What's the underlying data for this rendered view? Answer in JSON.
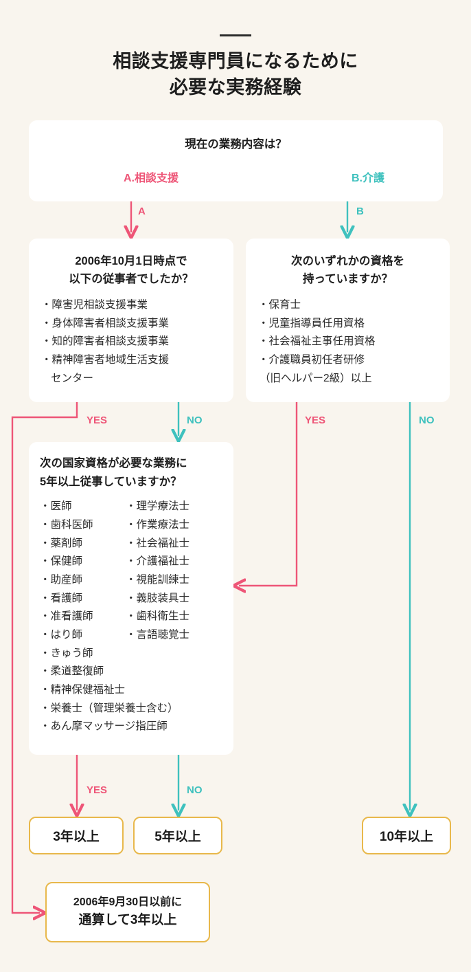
{
  "header": {
    "rule": "divider-rule",
    "title_line1": "相談支援専門員になるために",
    "title_line2": "必要な実務経験"
  },
  "colors": {
    "background": "#F9F5EE",
    "card": "#FFFFFF",
    "pink": "#EE5577",
    "teal": "#3FC1BE",
    "gold": "#E8B84B",
    "text": "#1E1E1E"
  },
  "start_box": {
    "question": "現在の業務内容は？",
    "choice_a": "A.相談支援",
    "choice_b": "B.介護"
  },
  "branch_labels": {
    "a": "A",
    "b": "B",
    "yes": "YES",
    "no": "NO"
  },
  "box_left": {
    "title_line1": "2006年10月1日時点で",
    "title_line2": "以下の従事者でしたか？",
    "items": [
      "・障害児相談支援事業",
      "・身体障害者相談支援事業",
      "・知的障害者相談支援事業",
      "・精神障害者地域生活支援"
    ],
    "items_cont": "センター",
    "yes_label": "YES",
    "no_label": "NO"
  },
  "box_right": {
    "title_line1": "次のいずれかの資格を",
    "title_line2": "持っていますか？",
    "items": [
      "・保育士",
      "・児童指導員任用資格",
      "・社会福祉主事任用資格",
      "・介護職員初任者研修"
    ],
    "items_cont": "（旧ヘルパー2級）以上",
    "yes_label": "YES",
    "no_label": "NO"
  },
  "box_big": {
    "title_line1": "次の国家資格が必要な業務に",
    "title_line2": "5年以上従事していますか？",
    "items_left": [
      "・医師",
      "・歯科医師",
      "・薬剤師",
      "・保健師",
      "・助産師",
      "・看護師",
      "・准看護師",
      "・はり師",
      "・きゅう師",
      "・柔道整復師",
      "・精神保健福祉士",
      "・栄養士（管理栄養士含む）",
      "・あん摩マッサージ指圧師"
    ],
    "items_right": [
      "・理学療法士",
      "・作業療法士",
      "・社会福祉士",
      "・介護福祉士",
      "・視能訓練士",
      "・義肢装具士",
      "・歯科衛生士",
      "・言語聴覚士"
    ],
    "yes_label": "YES",
    "no_label": "NO"
  },
  "results": {
    "three_years": "3年以上",
    "five_years": "5年以上",
    "ten_years": "10年以上",
    "final_line1": "2006年9月30日以前に",
    "final_line2": "通算して3年以上"
  }
}
